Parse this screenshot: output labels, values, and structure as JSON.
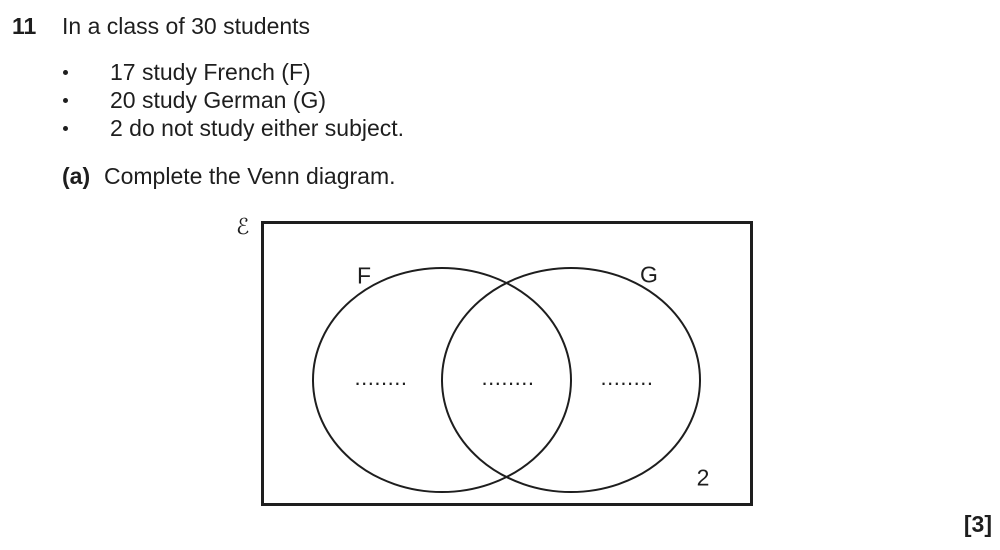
{
  "page": {
    "background": "#ffffff",
    "text_color": "#1e1e1e"
  },
  "question": {
    "number": "11",
    "intro": "In a class of 30 students",
    "bullets": [
      "17 study French (F)",
      "20 study German (G)",
      "2 do not study either subject."
    ],
    "part_label": "(a)",
    "part_instruction": "Complete the Venn diagram.",
    "marks": "[3]"
  },
  "venn_diagram": {
    "universal_set_symbol": "ℰ",
    "set_left_label": "F",
    "set_right_label": "G",
    "region_left_placeholder": "........",
    "region_middle_placeholder": "........",
    "region_right_placeholder": "........",
    "outside_count": "2",
    "line_color": "#1e1e1e"
  }
}
